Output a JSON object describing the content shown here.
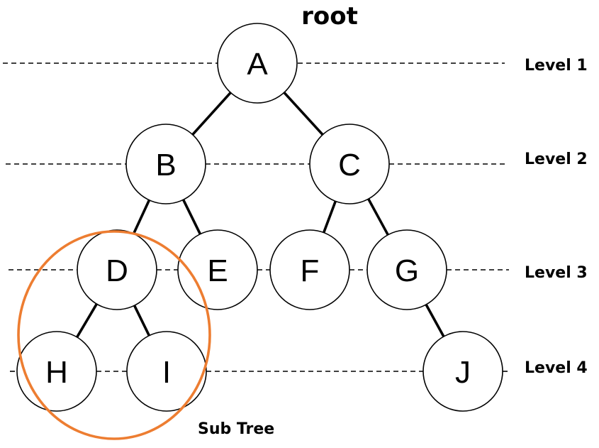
{
  "title": "root",
  "colors": {
    "subtree_outline": "#ED7D31",
    "node_stroke": "#000000",
    "node_fill": "#FFFFFF"
  },
  "levels": [
    {
      "id": "level-1",
      "label": "Level 1"
    },
    {
      "id": "level-2",
      "label": "Level 2"
    },
    {
      "id": "level-3",
      "label": "Level 3"
    },
    {
      "id": "level-4",
      "label": "Level 4"
    }
  ],
  "nodes": [
    {
      "id": "A",
      "label": "A",
      "level": 1
    },
    {
      "id": "B",
      "label": "B",
      "level": 2
    },
    {
      "id": "C",
      "label": "C",
      "level": 2
    },
    {
      "id": "D",
      "label": "D",
      "level": 3
    },
    {
      "id": "E",
      "label": "E",
      "level": 3
    },
    {
      "id": "F",
      "label": "F",
      "level": 3
    },
    {
      "id": "G",
      "label": "G",
      "level": 3
    },
    {
      "id": "H",
      "label": "H",
      "level": 4
    },
    {
      "id": "I",
      "label": "I",
      "level": 4
    },
    {
      "id": "J",
      "label": "J",
      "level": 4
    }
  ],
  "edges": [
    {
      "from": "A",
      "to": "B"
    },
    {
      "from": "A",
      "to": "C"
    },
    {
      "from": "B",
      "to": "D"
    },
    {
      "from": "B",
      "to": "E"
    },
    {
      "from": "C",
      "to": "F"
    },
    {
      "from": "C",
      "to": "G"
    },
    {
      "from": "D",
      "to": "H"
    },
    {
      "from": "D",
      "to": "I"
    },
    {
      "from": "G",
      "to": "J"
    }
  ],
  "subtree": {
    "label": "Sub Tree",
    "nodes": [
      "D",
      "H",
      "I"
    ]
  }
}
